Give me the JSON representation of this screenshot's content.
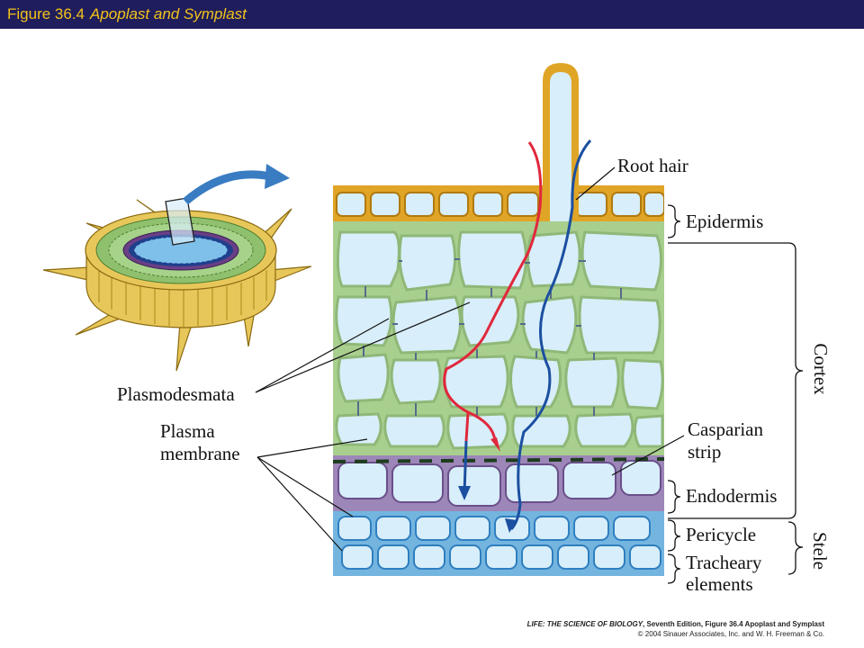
{
  "header": {
    "figure_number": "Figure 36.4",
    "figure_title": "Apoplast and Symplast"
  },
  "labels": {
    "root_hair": "Root hair",
    "epidermis": "Epidermis",
    "cortex": "Cortex",
    "plasmodesmata": "Plasmodesmata",
    "plasma_line1": "Plasma",
    "plasma_line2": "membrane",
    "casparian_line1": "Casparian",
    "casparian_line2": "strip",
    "endodermis": "Endodermis",
    "pericycle": "Pericycle",
    "tracheary_line1": "Tracheary",
    "tracheary_line2": "elements",
    "stele": "Stele"
  },
  "colors": {
    "title_bar": "#1f1d5c",
    "title_text": "#f2c21b",
    "cell_fill": "#d8eefa",
    "cortex_wall": "#a9cf8f",
    "epidermis_wall": "#e0a526",
    "endodermis_wall": "#9d86b8",
    "pericycle_wall": "#74b5e0",
    "apoplast_path": "#e0283c",
    "symplast_path": "#1b4fa0",
    "arrow": "#3a7cc2"
  },
  "credit": {
    "line1_book": "LIFE: THE SCIENCE OF BIOLOGY",
    "line1_rest": ", Seventh Edition, Figure 36.4 Apoplast and Symplast",
    "line2": "© 2004 Sinauer Associates, Inc. and W. H. Freeman & Co."
  }
}
